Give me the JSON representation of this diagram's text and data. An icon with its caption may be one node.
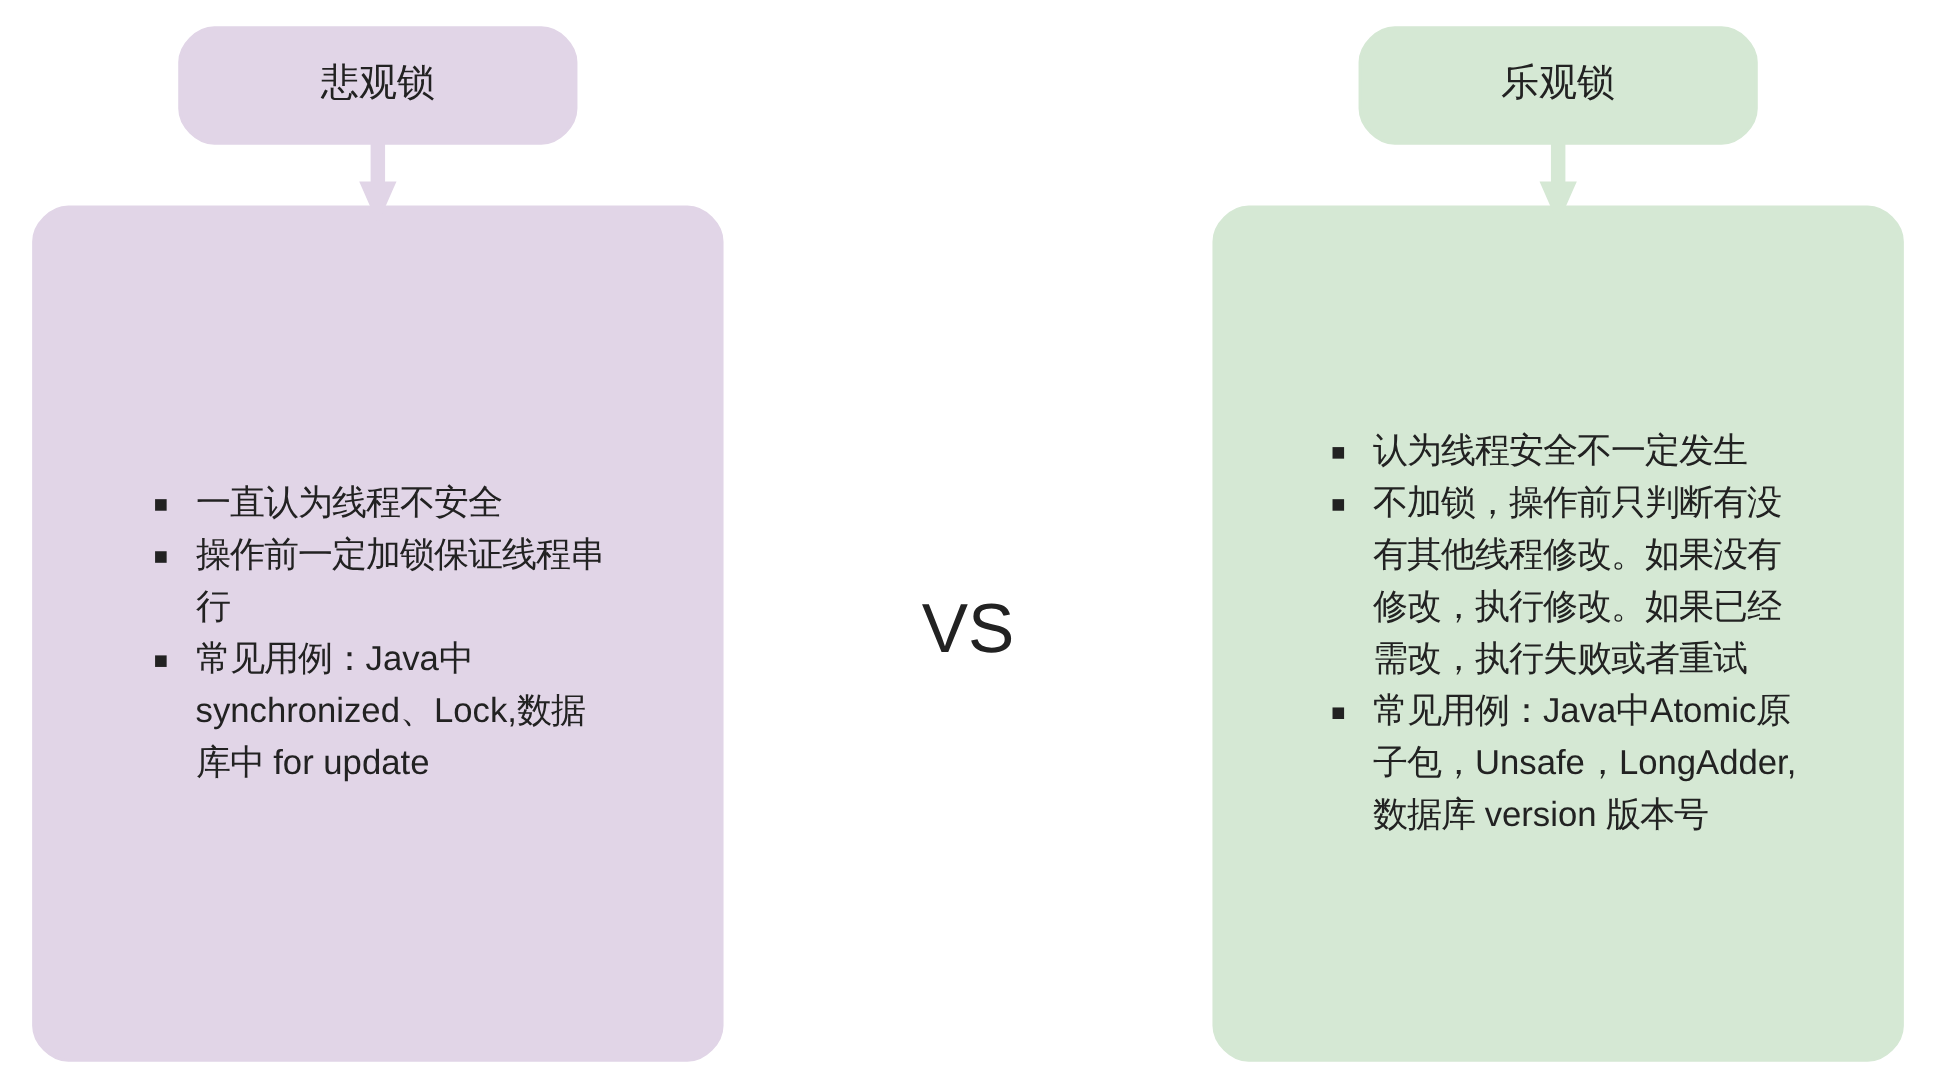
{
  "diagram": {
    "nodes": [
      {
        "text": [
          "悲观锁"
        ]
      },
      {
        "text": [
          "乐观锁"
        ]
      },
      {
        "text": [
          "一直认为线程不安全",
          "操作前一定加锁保证线程串行",
          "常见用例：Java中synchronized、Lock,数据库中 for update"
        ]
      },
      {
        "text": [
          "认为线程安全不一定发生",
          "不加锁，操作前只判断有没有其他线程修改。如果没有修改，执行修改。如果已经需改，执行失败或者重试",
          "常见用例：Java中Atomic原子包，Unsafe，LongAdder,数据库 version 版本号"
        ]
      }
    ],
    "edges": [
      {
        "from": 0,
        "to": 2,
        "arrow": "to",
        "color": "#e1d5e7"
      },
      {
        "from": 1,
        "to": 3,
        "arrow": "to",
        "color": "#d5e8d4"
      }
    ],
    "labels": [
      "VS"
    ]
  }
}
